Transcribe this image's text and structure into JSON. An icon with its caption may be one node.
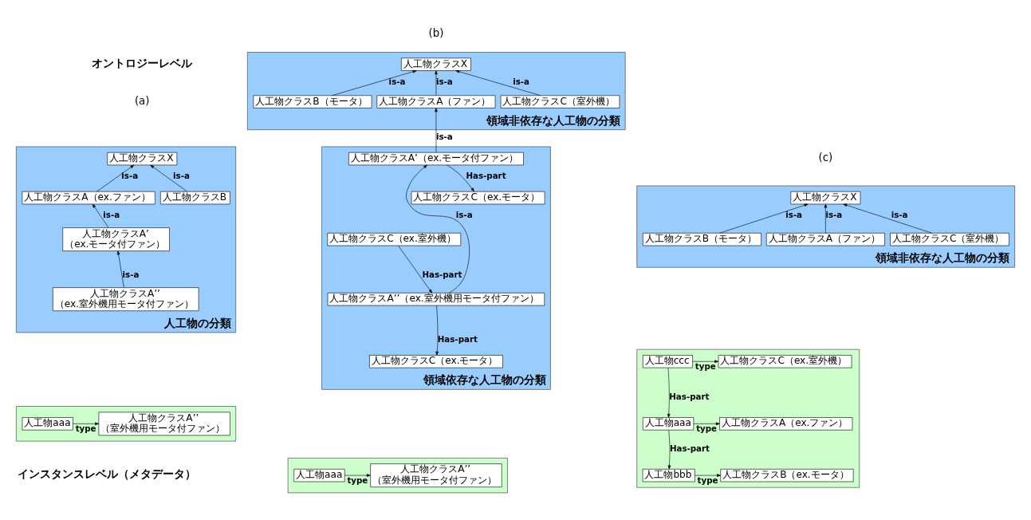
{
  "diagram": {
    "nodes": [
      {
        "text": [
          "人工物の分類"
        ]
      },
      {
        "text": [
          "人工物クラスX"
        ],
        "in": 0
      },
      {
        "text": [
          "人工物クラスB"
        ],
        "in": 0
      },
      {
        "text": [
          "人工物クラスA（ex.ファン）"
        ],
        "in": 0
      },
      {
        "text": [
          "人工物クラスA’ （ex.モータ付ファン）"
        ],
        "in": 0
      },
      {
        "text": [
          "人工物クラスA’’ （ex.室外機用モータ付ファン）"
        ],
        "in": 0
      },
      {
        "text": [
          "領域非依存な人工物の分類"
        ]
      },
      {
        "text": [
          "人工物クラスX"
        ],
        "in": 6
      },
      {
        "text": [
          "人工物クラスC（室外機）"
        ],
        "in": 6
      },
      {
        "text": [
          "人工物クラスA（ファン）"
        ],
        "in": 6
      },
      {
        "text": [
          "人工物クラスB（モータ）"
        ],
        "in": 6
      },
      {
        "text": [
          "領域依存な人工物の分類"
        ]
      },
      {
        "text": [
          "人工物クラスA’（ex.モータ付ファン）"
        ],
        "in": 11
      },
      {
        "text": [
          "人工物クラスC（ex.モータ）"
        ],
        "in": 11
      },
      {
        "text": [
          "人工物クラスC（ex.室外機）"
        ],
        "in": 11
      },
      {
        "text": [
          "人工物クラスA’’（ex.室外機用モータ付ファン）"
        ],
        "in": 11
      },
      {
        "text": [
          "人工物クラスC（ex.モータ）"
        ],
        "in": 11
      },
      {
        "text": [
          "領域非依存な人工物の分類"
        ]
      },
      {
        "text": [
          "人工物クラスX"
        ],
        "in": 17
      },
      {
        "text": [
          "人工物クラスC（室外機）"
        ],
        "in": 17
      },
      {
        "text": [
          "人工物クラスA（ファン）"
        ],
        "in": 17
      },
      {
        "text": [
          "人工物クラスB（モータ）"
        ],
        "in": 17
      },
      {
        "text": [],
        "shape": "parallelogram"
      },
      {
        "text": [
          "人工物aaa"
        ],
        "in": 22
      },
      {
        "text": [
          "人工物クラスA’’ （室外機用モータ付ファン）"
        ],
        "in": 22
      },
      {
        "text": [],
        "shape": "parallelogram"
      },
      {
        "text": [
          "人工物aaa"
        ],
        "in": 25
      },
      {
        "text": [
          "人工物クラスA’’ （室外機用モータ付ファン）"
        ],
        "in": 25
      },
      {
        "text": [],
        "shape": "parallelogram"
      },
      {
        "text": [
          "人工物ccc"
        ],
        "in": 28
      },
      {
        "text": [
          "人工物クラスC（ex.室外機）"
        ],
        "in": 28
      },
      {
        "text": [
          "人工物aaa"
        ],
        "in": 28
      },
      {
        "text": [
          "人工物クラスA（ex.ファン）"
        ],
        "in": 28
      },
      {
        "text": [
          "人工物bbb"
        ],
        "in": 28
      },
      {
        "text": [
          "人工物クラスB（ex.モータ）"
        ],
        "in": 28
      }
    ],
    "edges": [
      {
        "from": 3,
        "to": 1,
        "arrow": "to",
        "label": "is-a"
      },
      {
        "from": 2,
        "to": 1,
        "arrow": "to",
        "label": "is-a"
      },
      {
        "from": 4,
        "to": 3,
        "arrow": "to",
        "label": "is-a"
      },
      {
        "from": 5,
        "to": 4,
        "arrow": "to",
        "label": "is-a"
      },
      {
        "from": 9,
        "to": 7,
        "arrow": "to",
        "label": "is-a"
      },
      {
        "from": 10,
        "to": 7,
        "arrow": "to",
        "label": "is-a"
      },
      {
        "from": 8,
        "to": 7,
        "arrow": "to",
        "label": "is-a"
      },
      {
        "from": 12,
        "to": 9,
        "arrow": "to",
        "label": "is-a"
      },
      {
        "from": 12,
        "to": 13,
        "arrow": "to",
        "label": "Has-part"
      },
      {
        "from": 15,
        "to": 12,
        "arrow": "to",
        "label": "is-a"
      },
      {
        "from": 14,
        "to": 15,
        "arrow": "to",
        "label": "Has-part"
      },
      {
        "from": 15,
        "to": 16,
        "arrow": "to",
        "label": "Has-part"
      },
      {
        "from": 20,
        "to": 18,
        "arrow": "to",
        "label": "is-a"
      },
      {
        "from": 21,
        "to": 18,
        "arrow": "to",
        "label": "is-a"
      },
      {
        "from": 19,
        "to": 18,
        "arrow": "to",
        "label": "is-a"
      },
      {
        "from": 23,
        "to": 24,
        "arrow": "to",
        "label": "type"
      },
      {
        "from": 26,
        "to": 27,
        "arrow": "to",
        "label": "type"
      },
      {
        "from": 29,
        "to": 30,
        "arrow": "to",
        "label": "type"
      },
      {
        "from": 29,
        "to": 31,
        "arrow": "to",
        "label": "Has-part"
      },
      {
        "from": 31,
        "to": 32,
        "arrow": "to",
        "label": "type"
      },
      {
        "from": 31,
        "to": 33,
        "arrow": "to",
        "label": "Has-part"
      },
      {
        "from": 33,
        "to": 34,
        "arrow": "to",
        "label": "type"
      }
    ],
    "labels": [
      "(a)",
      "(b)",
      "(c)",
      "オントロジーレベル",
      "インスタンスレベル（メタデータ）"
    ]
  }
}
